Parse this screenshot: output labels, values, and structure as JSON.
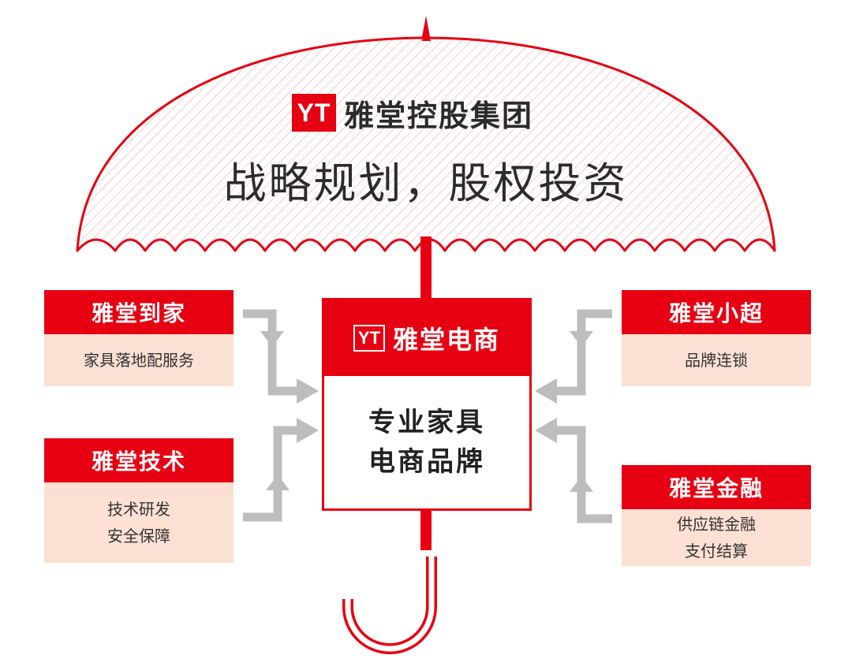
{
  "colors": {
    "brand_red": "#e60012",
    "card_fill": "#fbe0d3",
    "arrow_gray": "#bdbdbd"
  },
  "umbrella": {
    "logo_mark": "YT",
    "group_name": "雅堂控股集团",
    "slogan": "战略规划，股权投资"
  },
  "center": {
    "logo_mark": "YT",
    "title": "雅堂电商",
    "body_line1": "专业家具",
    "body_line2": "电商品牌"
  },
  "cards": {
    "daojia": {
      "title": "雅堂到家",
      "lines": [
        "家具落地配服务"
      ]
    },
    "jishu": {
      "title": "雅堂技术",
      "lines": [
        "技术研发",
        "安全保障"
      ]
    },
    "xiaochao": {
      "title": "雅堂小超",
      "lines": [
        "品牌连锁"
      ]
    },
    "jinrong": {
      "title": "雅堂金融",
      "lines": [
        "供应链金融",
        "支付结算"
      ]
    }
  }
}
